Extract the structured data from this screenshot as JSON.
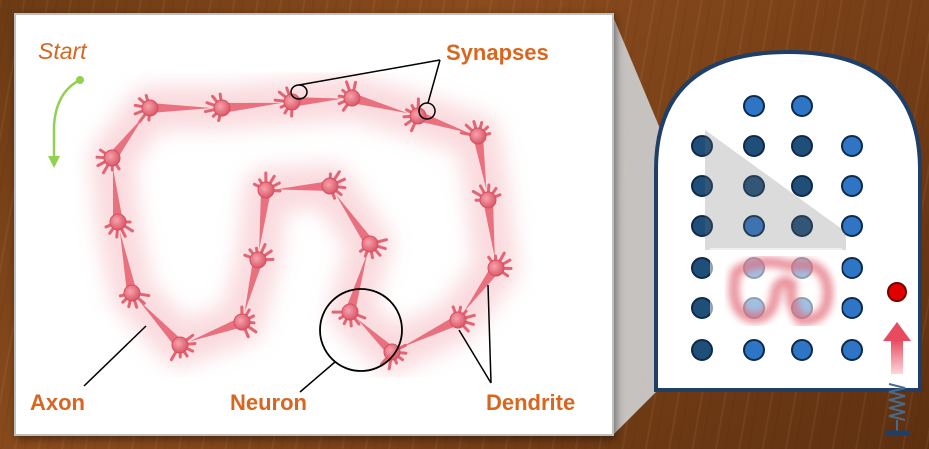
{
  "labels": {
    "start": "Start",
    "synapses": "Synapses",
    "axon": "Axon",
    "neuron": "Neuron",
    "dendrite": "Dendrite"
  },
  "icons": {
    "start_arrow": "curved-arrow-down-icon",
    "spring": "spring-icon",
    "up_arrow": "up-arrow-icon"
  },
  "colors": {
    "label": "#d9661f",
    "start_arrow": "#92d050",
    "neuron_body": "#e8707f",
    "glow": "#f7c2c8",
    "grid_dot": "#2e75c6",
    "grid_dot_dark": "#1f4e79",
    "ball": "#e00000",
    "background": "#7a4118"
  }
}
